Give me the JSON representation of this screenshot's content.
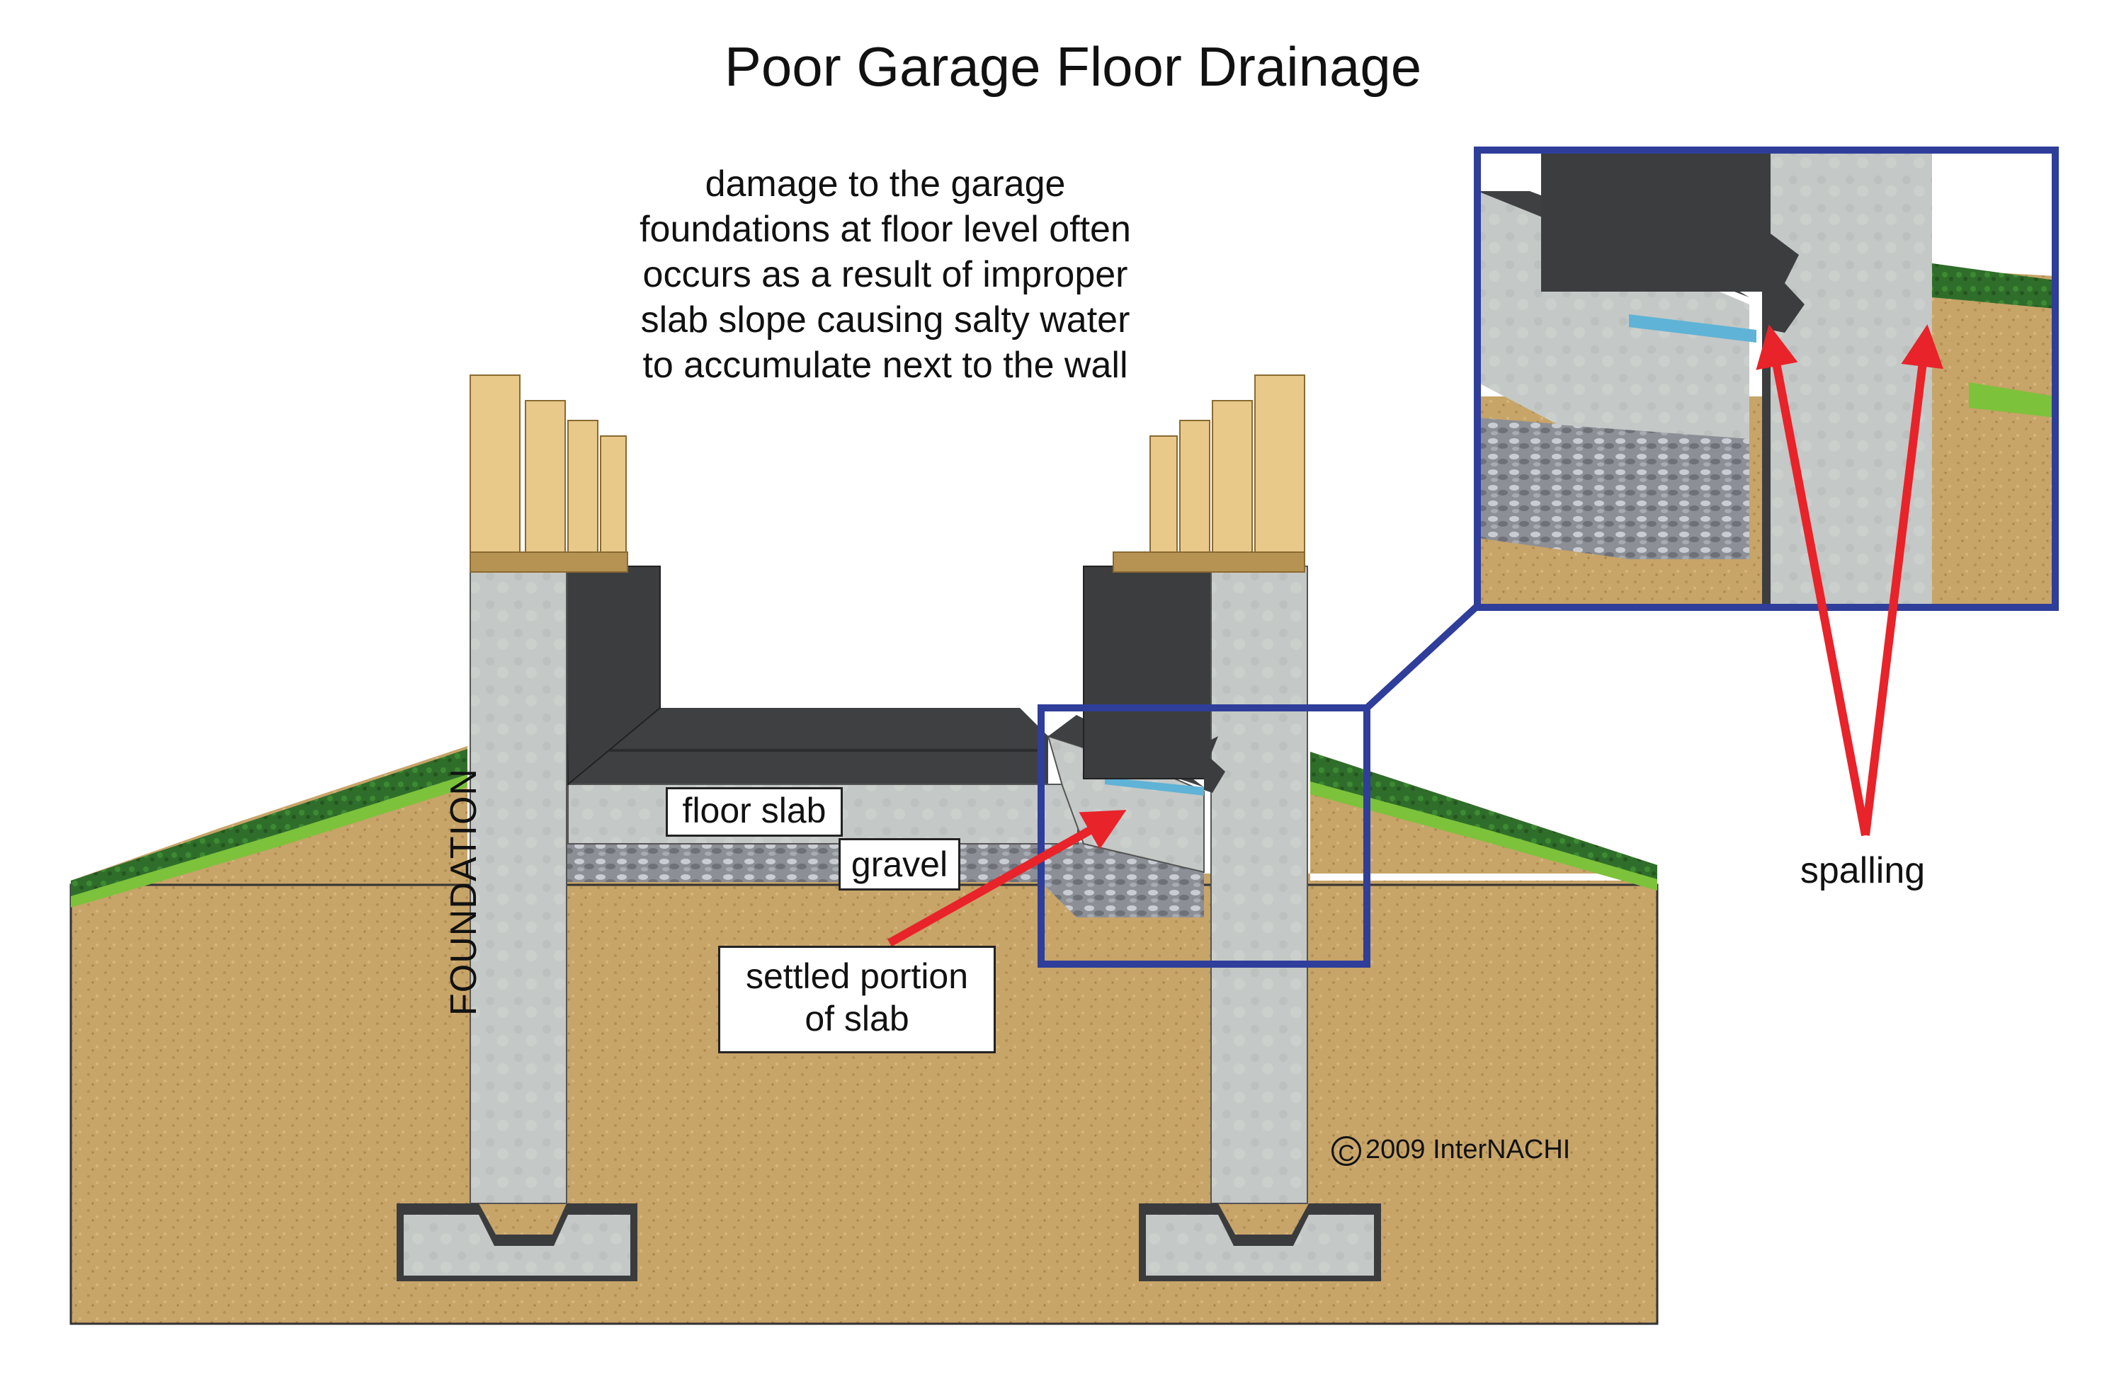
{
  "title": "Poor Garage Floor Drainage",
  "description": [
    "damage to the garage",
    "foundations at floor level often",
    "occurs as a result of improper",
    "slab slope causing salty water",
    "to accumulate next to the wall"
  ],
  "labels": {
    "foundation": "FOUNDATION",
    "floor_slab": "floor slab",
    "gravel": "gravel",
    "settled": [
      "settled portion",
      "of slab"
    ],
    "spalling": "spalling"
  },
  "copyright": {
    "symbol": "C",
    "text": "2009 InterNACHI"
  },
  "colors": {
    "soil": "#c7a468",
    "grass": "#2f6e2a",
    "grass_light": "#7dc23b",
    "concrete": "#c4c8c6",
    "dark_wall": "#3c3d3f",
    "lumber": "#e8c98a",
    "callout_blue": "#2e3e9a",
    "arrow_red": "#e8232a",
    "water": "#5fb3d6"
  },
  "icons": {
    "copyright": "copyright-icon"
  }
}
